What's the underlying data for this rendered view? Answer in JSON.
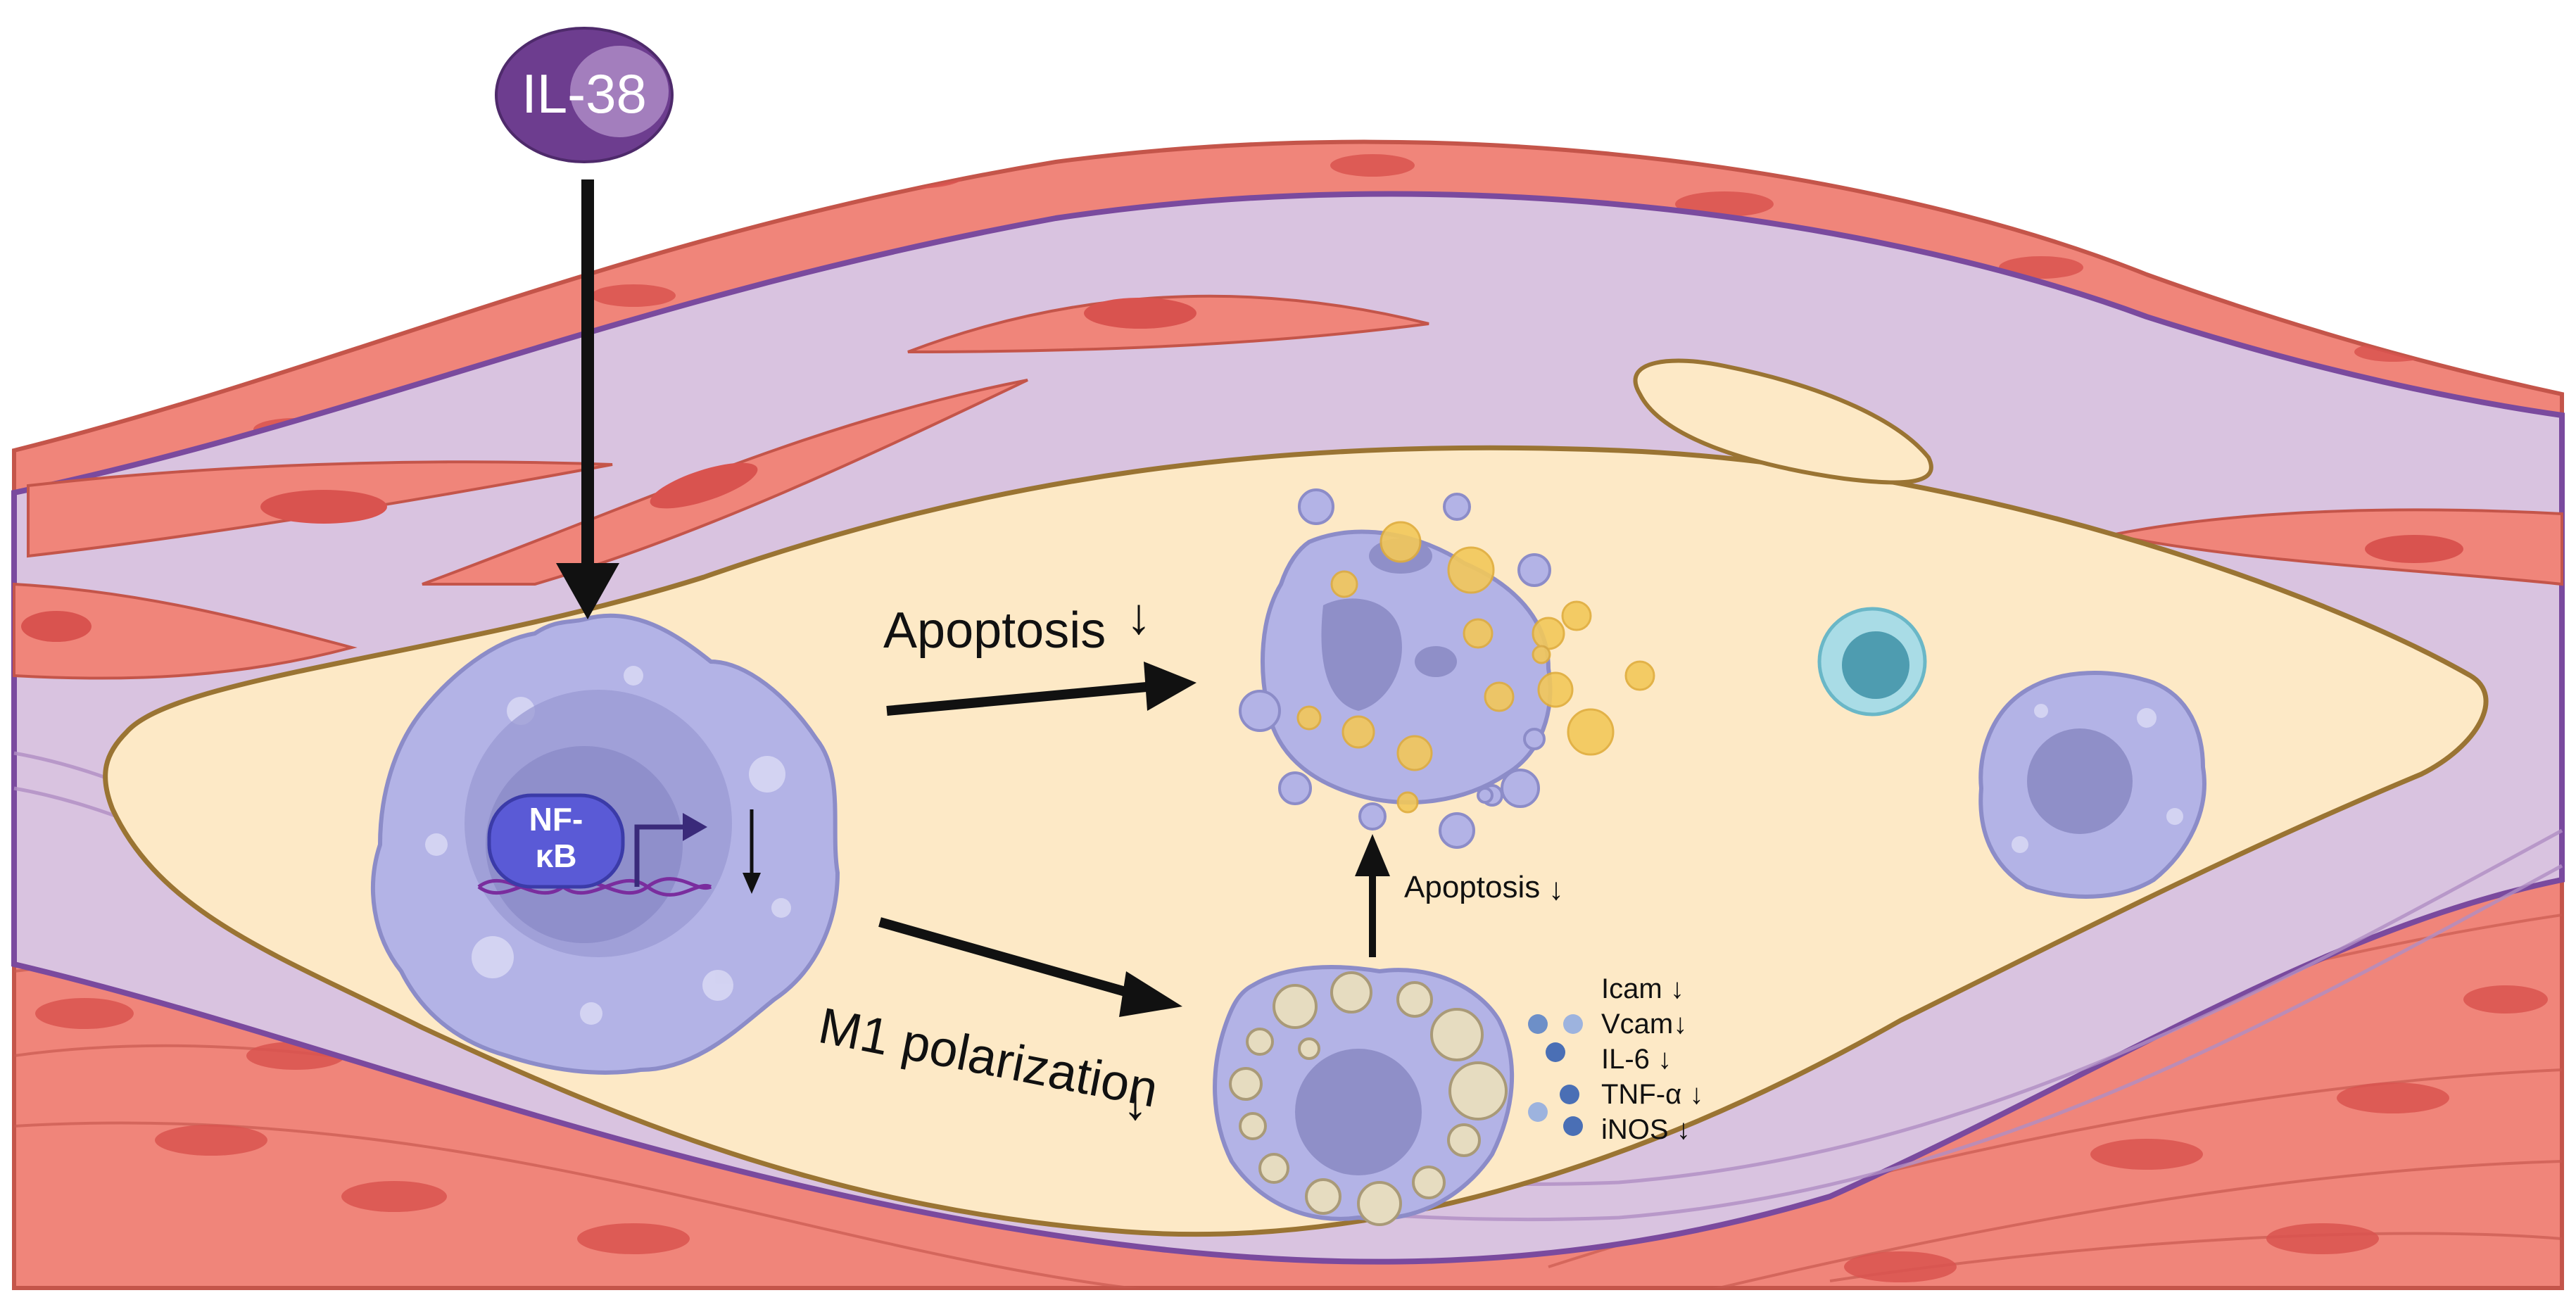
{
  "ligand": {
    "label": "IL-38"
  },
  "transcription_factor": {
    "line1": "NF-",
    "line2": "κB"
  },
  "pathways": {
    "apoptosis_main": "Apoptosis",
    "m1_polarization": "M1 polarization",
    "apoptosis_foam": "Apoptosis"
  },
  "markers": [
    {
      "label": "Icam"
    },
    {
      "label": "Vcam"
    },
    {
      "label": "IL-6"
    },
    {
      "label": "TNF-α"
    },
    {
      "label": "iNOS"
    }
  ],
  "down_arrow_glyph": "↓",
  "colors": {
    "vessel_wall_muscle": "#f0857a",
    "intima_lavender": "#d9c3e0",
    "membrane_purple": "#7a4a9e",
    "lumen_cream": "#fde9c6",
    "lumen_border": "#9a7433",
    "macrophage": "#b3b3e6",
    "macrophage_nucleus": "#8f8fc8",
    "il38_purple": "#6d3d8f",
    "nfkb_blue": "#5a5ad6",
    "lipid_yellow": "#f3c85a",
    "cytokine_blue": "#4a6fb5",
    "lymphocyte_teal": "#6ab7c7"
  }
}
